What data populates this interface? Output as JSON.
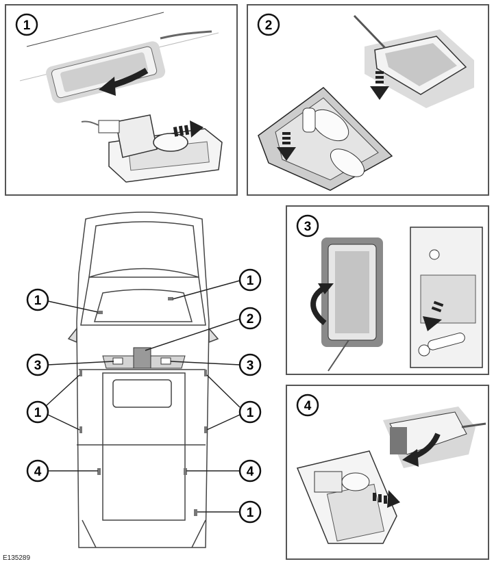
{
  "panels": {
    "p1": {
      "step": "1"
    },
    "p2": {
      "step": "2"
    },
    "p3": {
      "step": "3"
    },
    "p4": {
      "step": "4"
    }
  },
  "callouts": {
    "c1": "1",
    "c2": "1",
    "c3": "2",
    "c4": "3",
    "c5": "3",
    "c6": "1",
    "c7": "1",
    "c8": "4",
    "c9": "4",
    "c10": "1"
  },
  "figure_ref": "E135289"
}
